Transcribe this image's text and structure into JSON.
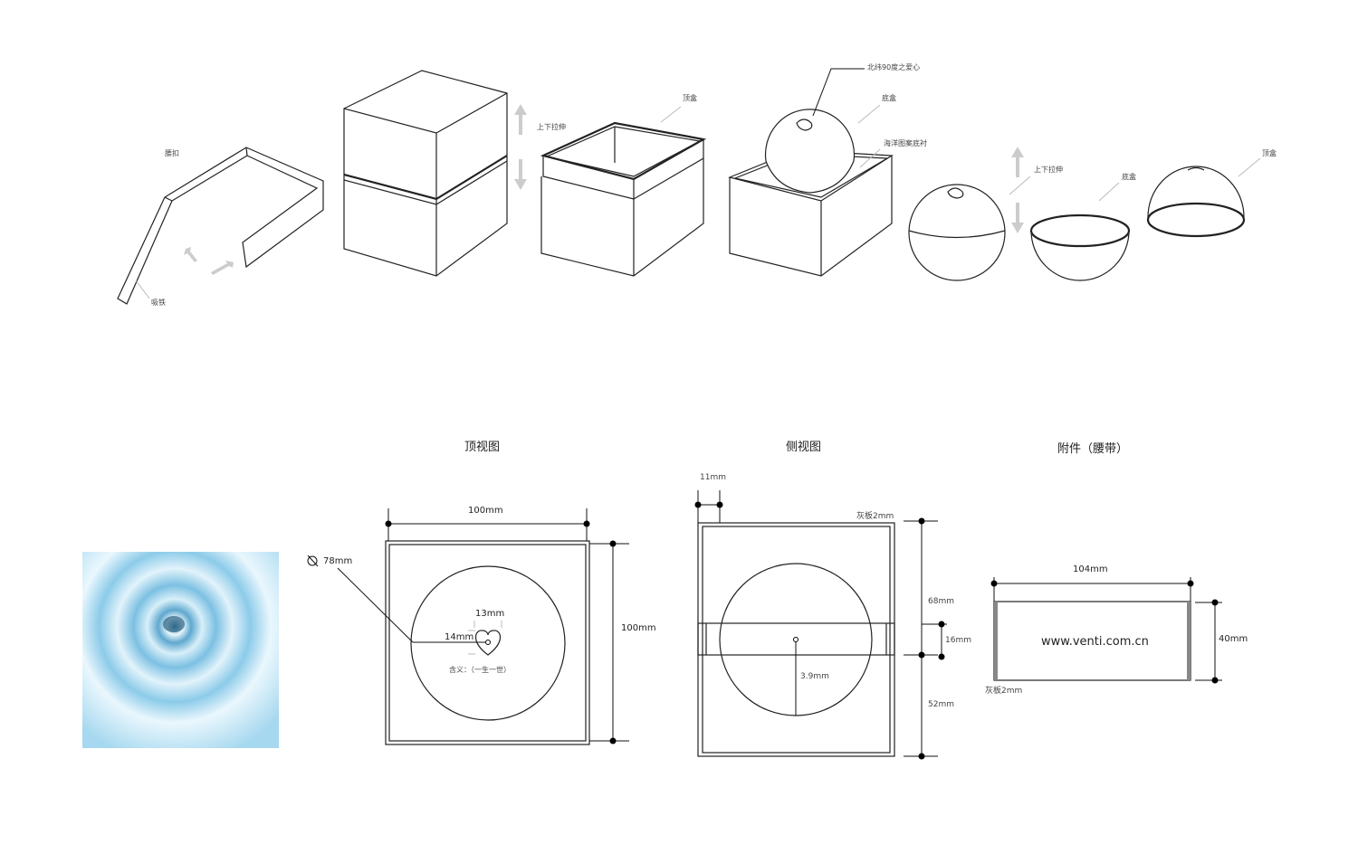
{
  "exploded_view": {
    "belt_clasp": "腰扣",
    "magnet": "吸铁",
    "stretch_1": "上下拉伸",
    "top_box_1": "顶盒",
    "heart_label": "北纬90度之爱心",
    "bottom_box_1": "底盒",
    "ocean_lining": "海洋图案底衬",
    "stretch_2": "上下拉伸",
    "bottom_box_2": "底盒",
    "top_box_2": "顶盒"
  },
  "top_view": {
    "title": "顶视图",
    "width": "100mm",
    "height": "100mm",
    "diameter": "78mm",
    "heart_width": "13mm",
    "heart_height": "14mm",
    "meaning": "含义：（一生一世）"
  },
  "side_view": {
    "title": "侧视图",
    "offset": "11mm",
    "board": "灰板2mm",
    "upper": "68mm",
    "belt": "16mm",
    "lower": "52mm",
    "hole": "3.9mm"
  },
  "accessory": {
    "title": "附件（腰带）",
    "width": "104mm",
    "height": "40mm",
    "url": "www.venti.com.cn",
    "board": "灰板2mm"
  }
}
